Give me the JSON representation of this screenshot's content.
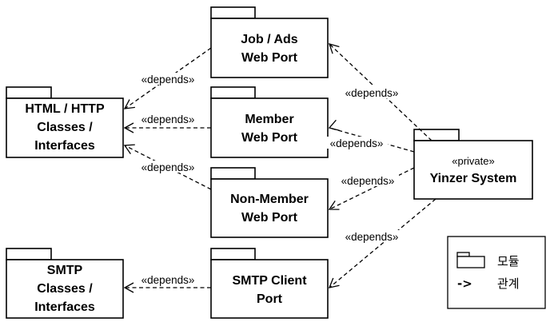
{
  "packages": {
    "html_http": {
      "lines": [
        "HTML / HTTP",
        "Classes /",
        "Interfaces"
      ]
    },
    "smtp": {
      "lines": [
        "SMTP",
        "Classes /",
        "Interfaces"
      ]
    },
    "job_ads": {
      "lines": [
        "Job / Ads",
        "Web Port"
      ]
    },
    "member": {
      "lines": [
        "Member",
        "Web Port"
      ]
    },
    "non_member": {
      "lines": [
        "Non-Member",
        "Web Port"
      ]
    },
    "smtp_client": {
      "lines": [
        "SMTP Client",
        "Port"
      ]
    },
    "yinzer": {
      "stereotype": "«private»",
      "lines": [
        "Yinzer System"
      ]
    }
  },
  "dependency_label": "«depends»",
  "legend": {
    "module_label": "모듈",
    "relation_symbol": "->",
    "relation_label": "관계"
  }
}
